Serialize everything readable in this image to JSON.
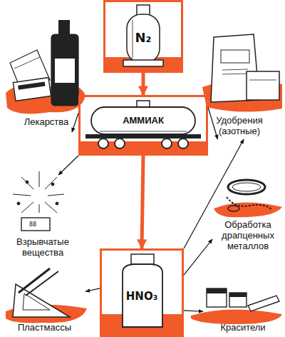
{
  "diagram": {
    "nodes": [
      {
        "text": [
          "N₂"
        ]
      },
      {
        "text": [
          "Лекарства"
        ]
      },
      {
        "text": [
          "Удобрения (азотные)"
        ]
      },
      {
        "text": [
          "АММИАК"
        ]
      },
      {
        "text": [
          "Взрывчатые вещества"
        ]
      },
      {
        "text": [
          "Обработка драпценных металлов"
        ]
      },
      {
        "text": [
          "HNO₃"
        ]
      },
      {
        "text": [
          "Пластмассы"
        ]
      },
      {
        "text": [
          "Красители"
        ]
      }
    ],
    "edges": [
      {
        "from": 0,
        "to": 3,
        "arrow": "to"
      },
      {
        "from": 3,
        "to": 6,
        "arrow": "to"
      },
      {
        "from": 3,
        "to": 1,
        "arrow": "to"
      },
      {
        "from": 3,
        "to": 2,
        "arrow": "to"
      },
      {
        "from": 3,
        "to": 4,
        "arrow": "to"
      },
      {
        "from": 6,
        "to": 2,
        "arrow": "to"
      },
      {
        "from": 6,
        "to": 5,
        "arrow": "to"
      },
      {
        "from": 6,
        "to": 7,
        "arrow": "to"
      },
      {
        "from": 6,
        "to": 8,
        "arrow": "to"
      }
    ],
    "labels": [
      "88"
    ]
  }
}
